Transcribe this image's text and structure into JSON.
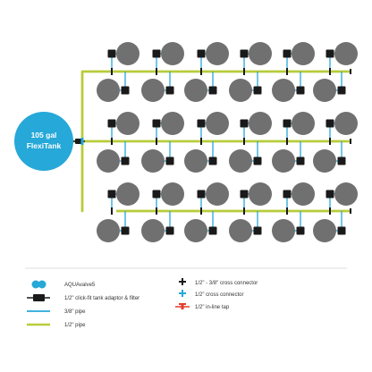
{
  "tank": {
    "line1": "105 gal",
    "line2": "FlexiTank"
  },
  "colors": {
    "pipe_half": "#b8cc3a",
    "pipe_38": "#26a8d8",
    "tank": "#26a8d8",
    "pot": "#707070",
    "valve": "#1a1a1a",
    "tap": "#e63a2a"
  },
  "legend": {
    "left": [
      {
        "icon": "aquavalve-icon",
        "label": "AQUAvalve5"
      },
      {
        "icon": "tank-adaptor-filter-icon",
        "label": "1/2\" click-fit tank adaptor & filter"
      },
      {
        "icon": "three-eighths-pipe-icon",
        "label": "3/8\" pipe"
      },
      {
        "icon": "half-inch-pipe-icon",
        "label": "1/2\" pipe"
      }
    ],
    "right": [
      {
        "icon": "black-cross-connector-icon",
        "label": "1/2\" - 3/8\" cross connector"
      },
      {
        "icon": "blue-cross-connector-icon",
        "label": "1/2\" cross connector"
      },
      {
        "icon": "inline-tap-icon",
        "label": "1/2\" in-line tap"
      }
    ]
  }
}
